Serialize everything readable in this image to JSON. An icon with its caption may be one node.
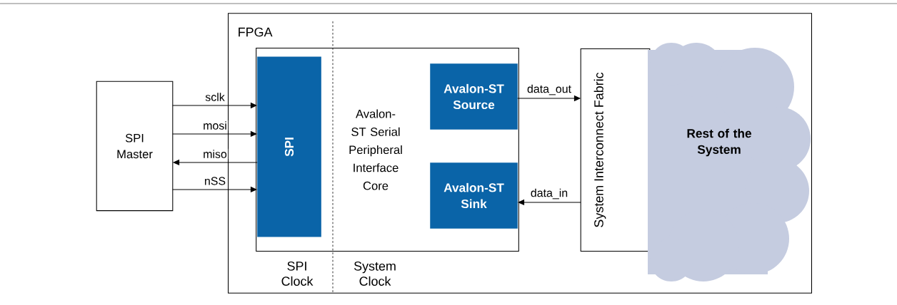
{
  "diagram": {
    "nodes": [
      {
        "text": [
          "FPGA"
        ]
      },
      {
        "text": [
          "SPI Master"
        ]
      },
      {
        "text": [
          "Avalon-ST Serial Peripheral Interface Core"
        ],
        "in": 0
      },
      {
        "text": [
          "SPI"
        ],
        "in": 2
      },
      {
        "text": [
          "Avalon-ST Source"
        ],
        "in": 2
      },
      {
        "text": [
          "Avalon-ST Sink"
        ],
        "in": 2
      },
      {
        "text": [
          "System Interconnect Fabric"
        ],
        "in": 0
      },
      {
        "text": [
          "Rest of the System"
        ],
        "in": 0
      }
    ],
    "edges": [
      {
        "from": 1,
        "to": 3,
        "arrow": "to",
        "label": "sclk"
      },
      {
        "from": 1,
        "to": 3,
        "arrow": "to",
        "label": "mosi"
      },
      {
        "from": 3,
        "to": 1,
        "arrow": "to",
        "label": "miso"
      },
      {
        "from": 1,
        "to": 3,
        "arrow": "to",
        "label": "nSS"
      },
      {
        "from": 4,
        "to": 6,
        "arrow": "to",
        "label": "data_out"
      },
      {
        "from": 6,
        "to": 5,
        "arrow": "to",
        "label": "data_in"
      }
    ],
    "labels": [
      "SPI Clock",
      "System Clock"
    ]
  }
}
